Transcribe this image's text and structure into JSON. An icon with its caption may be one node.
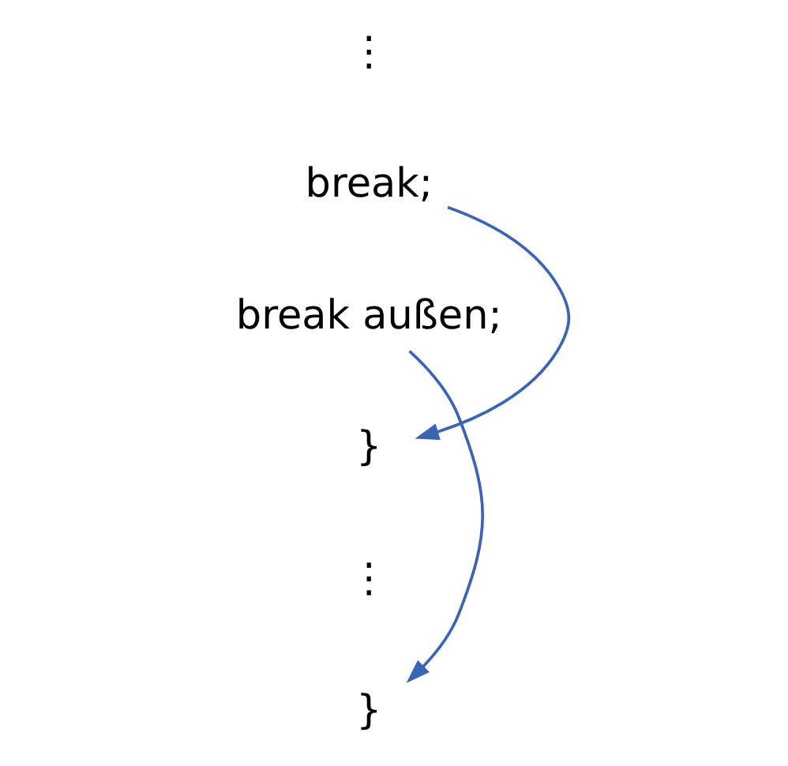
{
  "diagram": {
    "nodes": [
      {
        "text": [
          "break;"
        ]
      },
      {
        "text": [
          "break außen;"
        ]
      },
      {
        "text": [
          "}"
        ]
      },
      {
        "text": [
          "}"
        ]
      }
    ],
    "edges": [
      {
        "from": 0,
        "to": 2,
        "arrow": "to"
      },
      {
        "from": 1,
        "to": 3,
        "arrow": "to"
      }
    ],
    "labels": [
      "⋮",
      "⋮"
    ]
  }
}
